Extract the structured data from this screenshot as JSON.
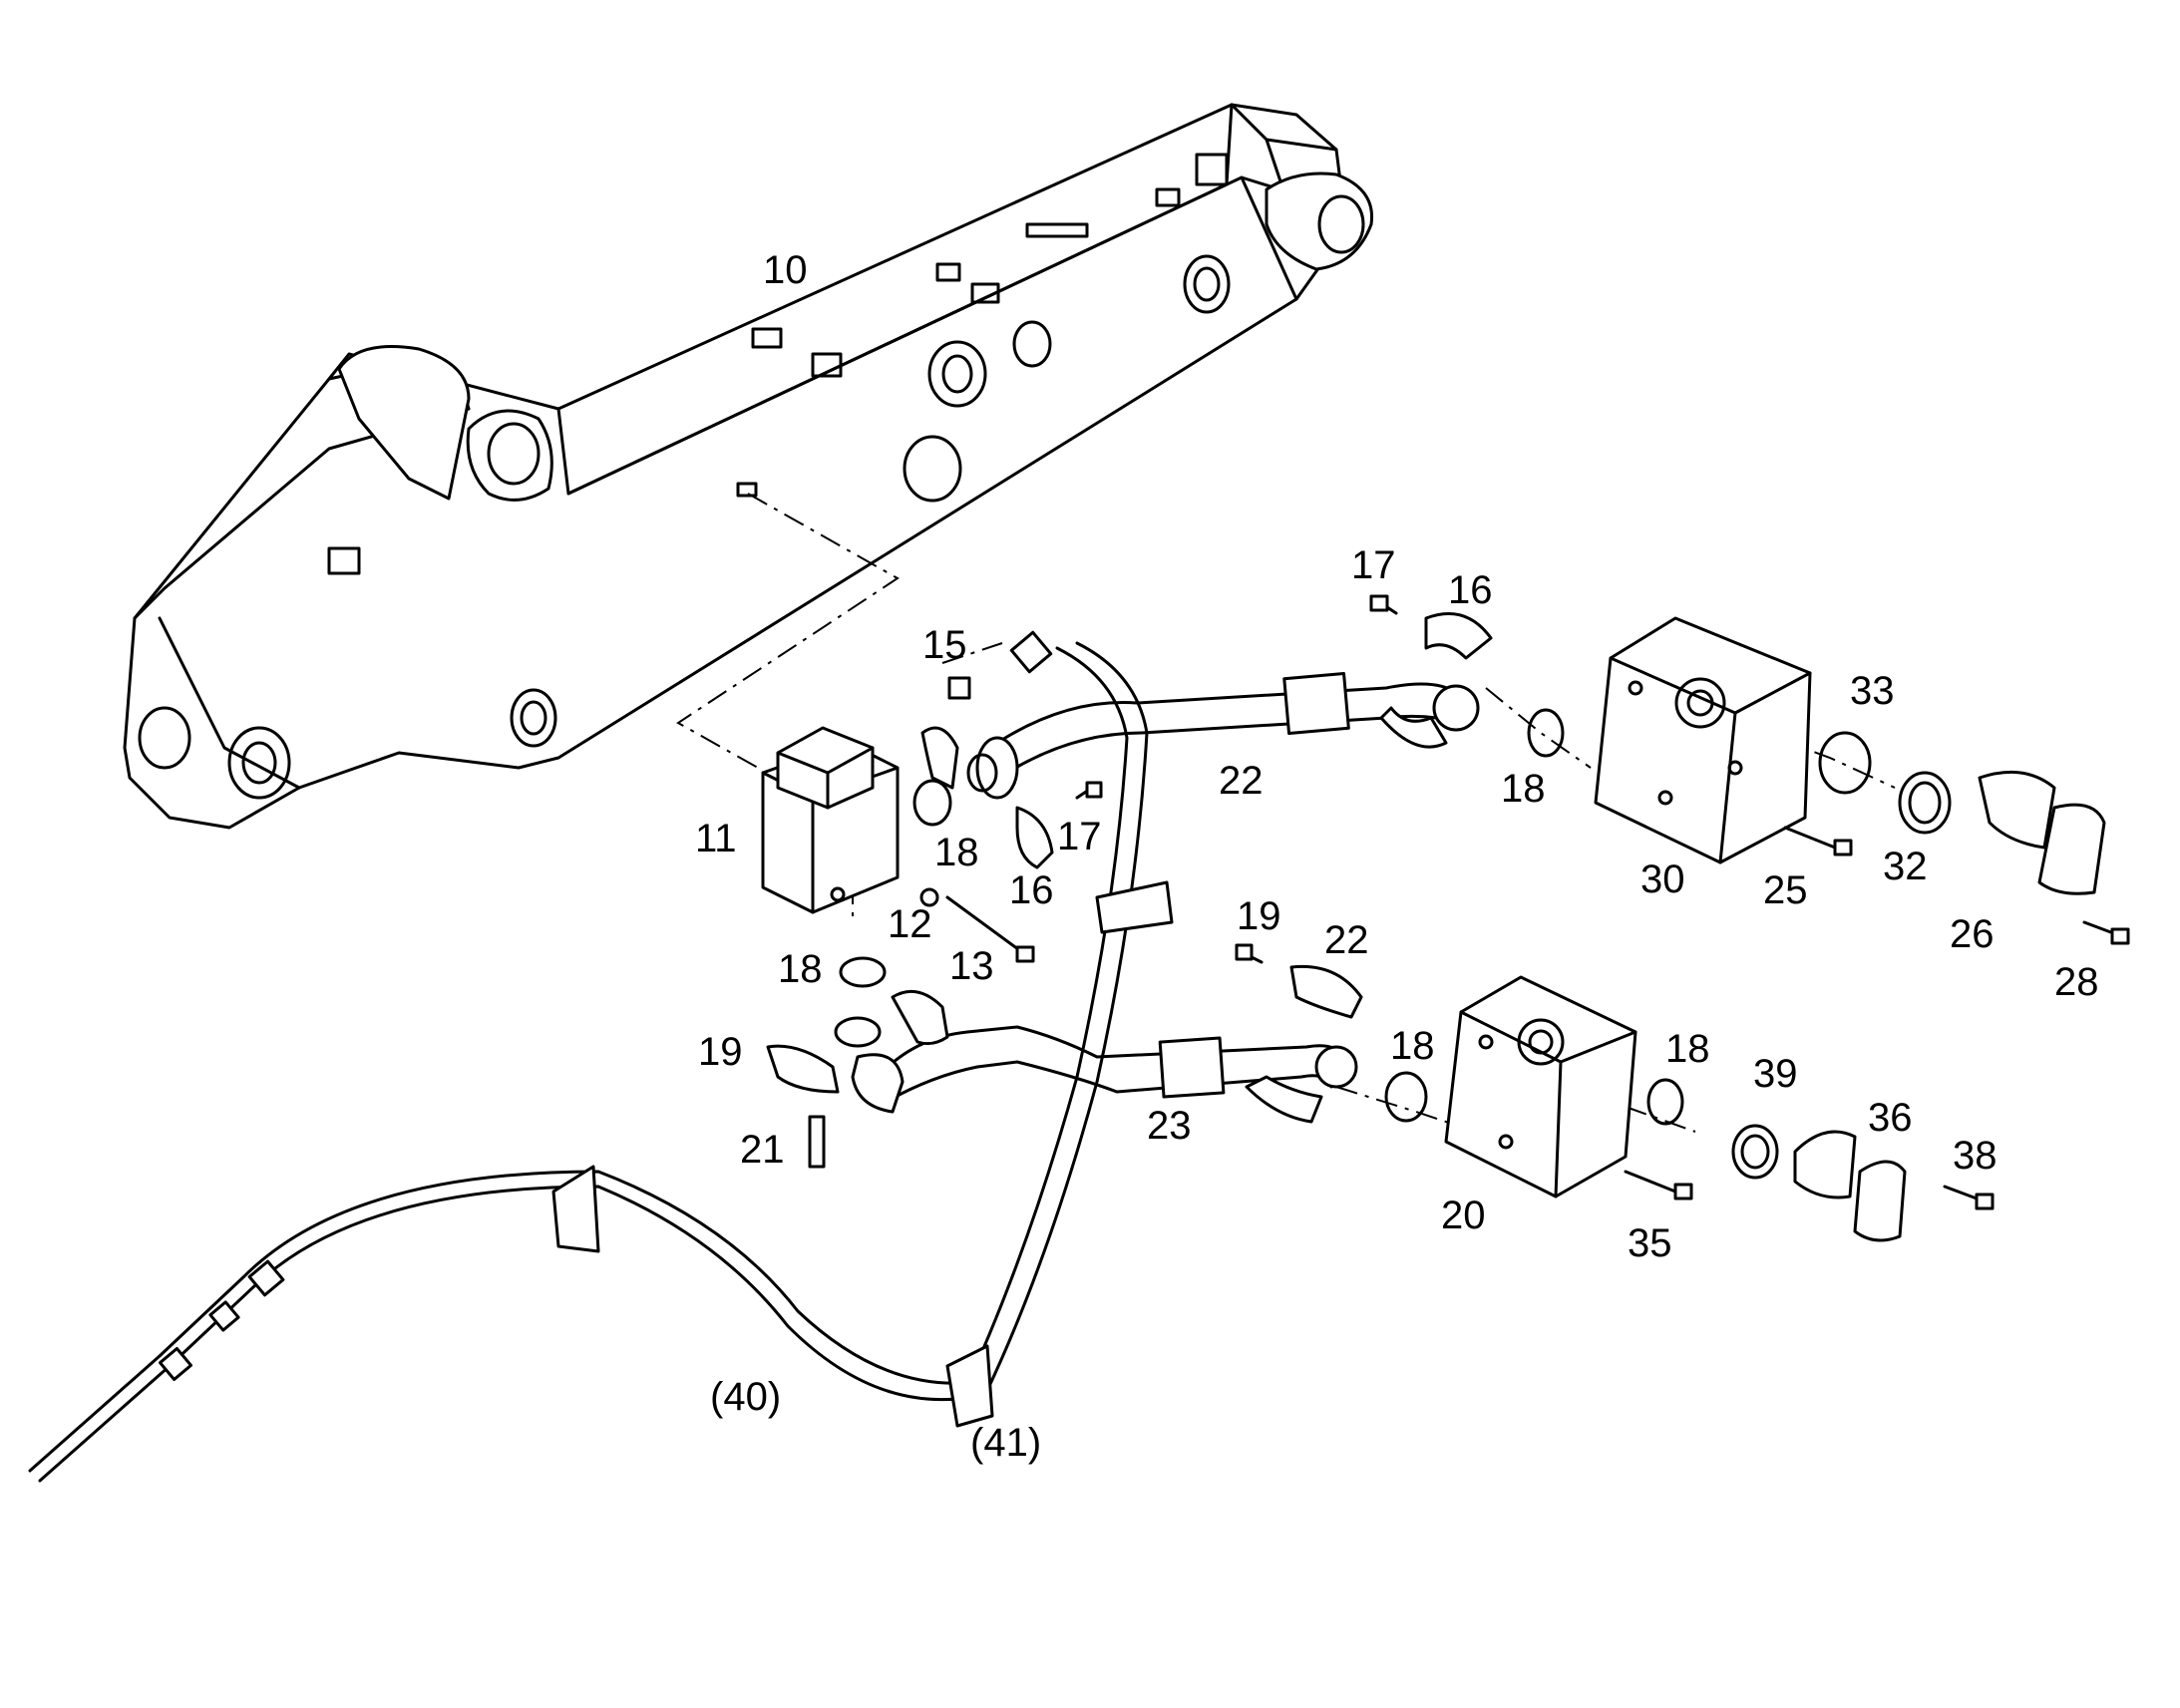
{
  "callouts": [
    {
      "id": "c10",
      "text": "10"
    },
    {
      "id": "c11",
      "text": "11"
    },
    {
      "id": "c12",
      "text": "12"
    },
    {
      "id": "c13",
      "text": "13"
    },
    {
      "id": "c15",
      "text": "15"
    },
    {
      "id": "c16a",
      "text": "16"
    },
    {
      "id": "c16b",
      "text": "16"
    },
    {
      "id": "c17a",
      "text": "17"
    },
    {
      "id": "c17b",
      "text": "17"
    },
    {
      "id": "c18a",
      "text": "18"
    },
    {
      "id": "c18b",
      "text": "18"
    },
    {
      "id": "c18c",
      "text": "18"
    },
    {
      "id": "c18d",
      "text": "18"
    },
    {
      "id": "c18e",
      "text": "18"
    },
    {
      "id": "c19a",
      "text": "19"
    },
    {
      "id": "c19b",
      "text": "19"
    },
    {
      "id": "c20",
      "text": "20"
    },
    {
      "id": "c21",
      "text": "21"
    },
    {
      "id": "c22a",
      "text": "22"
    },
    {
      "id": "c22b",
      "text": "22"
    },
    {
      "id": "c23",
      "text": "23"
    },
    {
      "id": "c25",
      "text": "25"
    },
    {
      "id": "c26",
      "text": "26"
    },
    {
      "id": "c28",
      "text": "28"
    },
    {
      "id": "c30",
      "text": "30"
    },
    {
      "id": "c32",
      "text": "32"
    },
    {
      "id": "c33",
      "text": "33"
    },
    {
      "id": "c35",
      "text": "35"
    },
    {
      "id": "c36",
      "text": "36"
    },
    {
      "id": "c38",
      "text": "38"
    },
    {
      "id": "c39",
      "text": "39"
    },
    {
      "id": "c40",
      "text": "(40)"
    },
    {
      "id": "c41",
      "text": "(41)"
    }
  ]
}
